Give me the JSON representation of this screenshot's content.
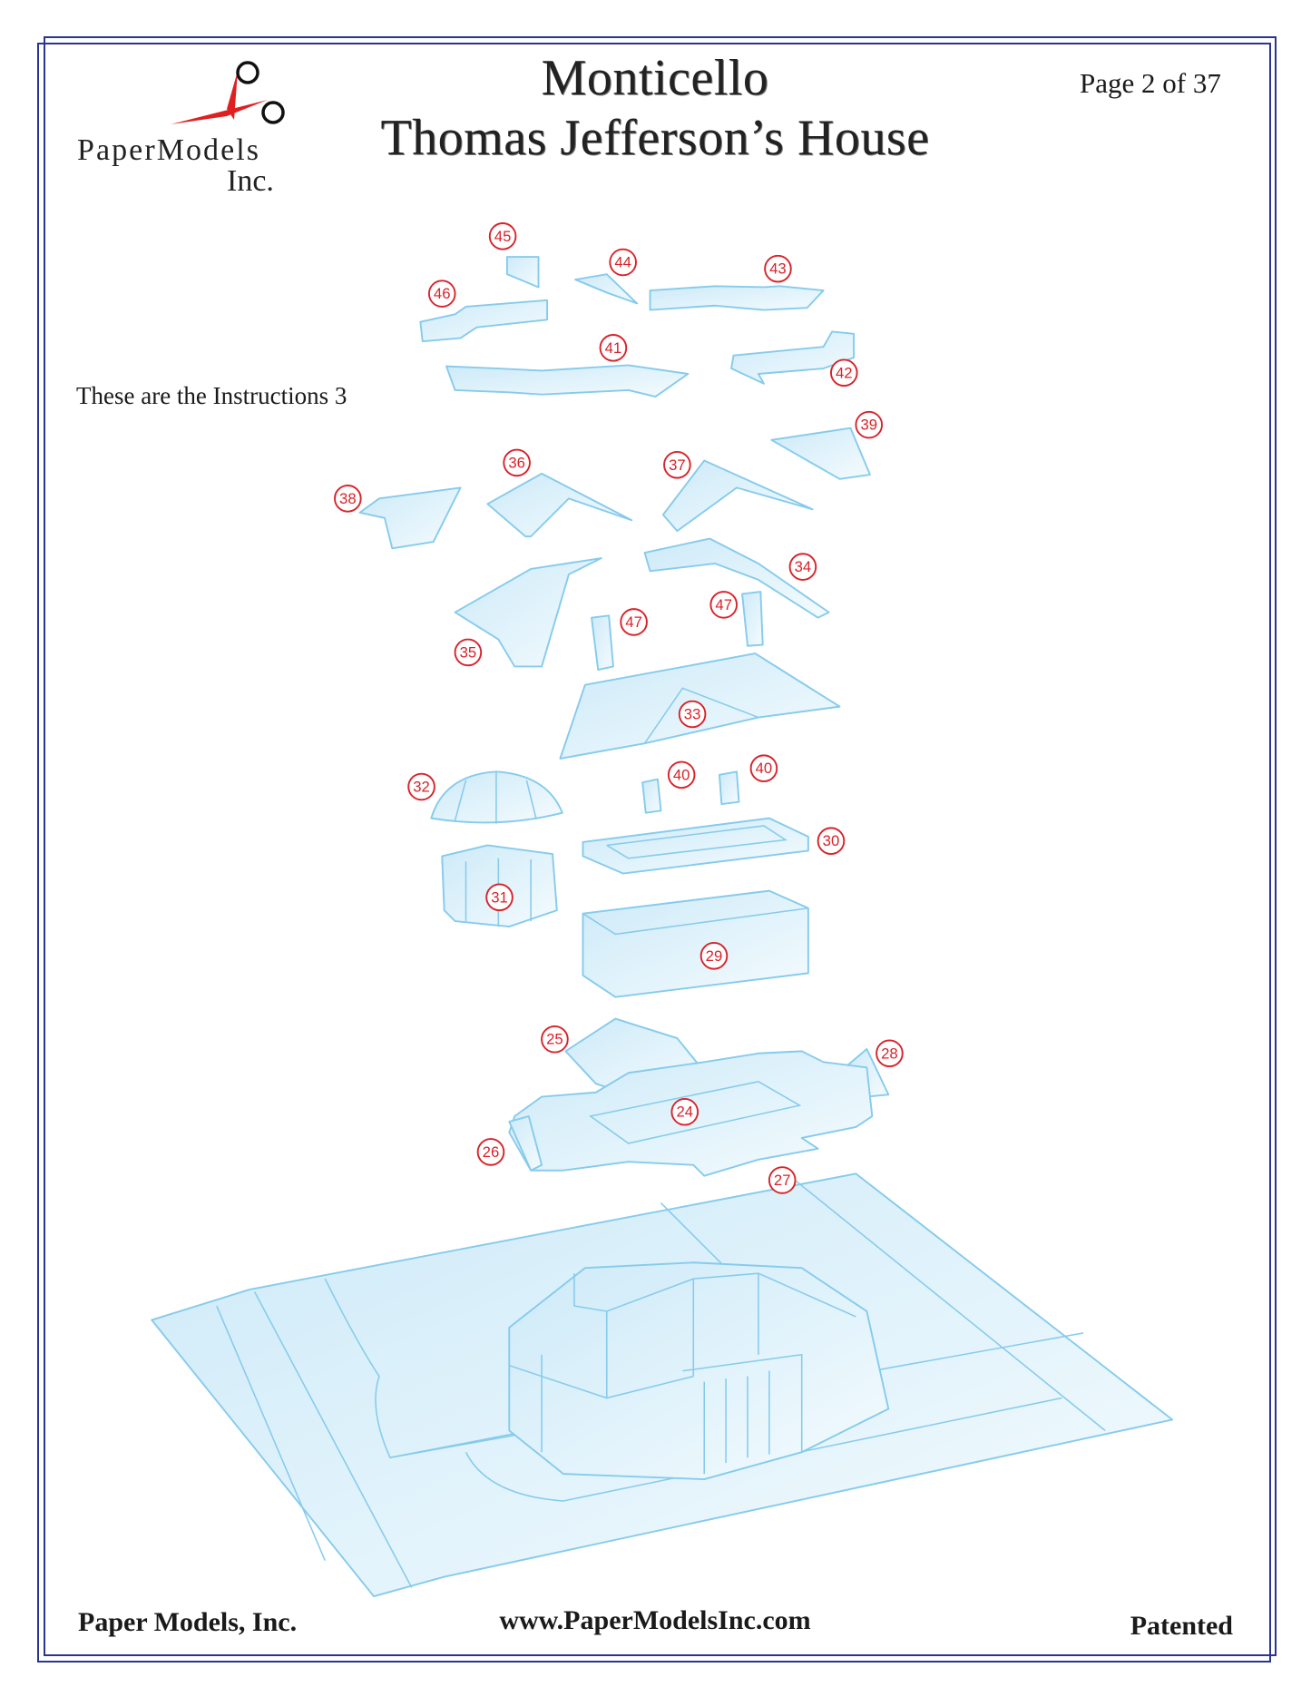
{
  "header": {
    "title_line1": "Monticello",
    "title_line2": "Thomas Jefferson’s House",
    "page_indicator": "Page 2 of 37"
  },
  "logo": {
    "name": "PaperModels",
    "suffix": "Inc.",
    "icon": "scissors-icon"
  },
  "instructions_note": "These are the Instructions 3",
  "part_labels": {
    "p45": "45",
    "p44": "44",
    "p43": "43",
    "p46": "46",
    "p41": "41",
    "p42": "42",
    "p39": "39",
    "p36": "36",
    "p37": "37",
    "p38": "38",
    "p34": "34",
    "p47a": "47",
    "p47b": "47",
    "p35": "35",
    "p33": "33",
    "p32": "32",
    "p40a": "40",
    "p40b": "40",
    "p30": "30",
    "p31": "31",
    "p29": "29",
    "p25": "25",
    "p28": "28",
    "p24": "24",
    "p26": "26",
    "p27": "27"
  },
  "footer": {
    "company": "Paper Models, Inc.",
    "website": "www.PaperModelsInc.com",
    "notice": "Patented"
  },
  "colors": {
    "frame": "#2b3590",
    "label_red": "#d8232a",
    "part_blue": "#86cbec"
  }
}
